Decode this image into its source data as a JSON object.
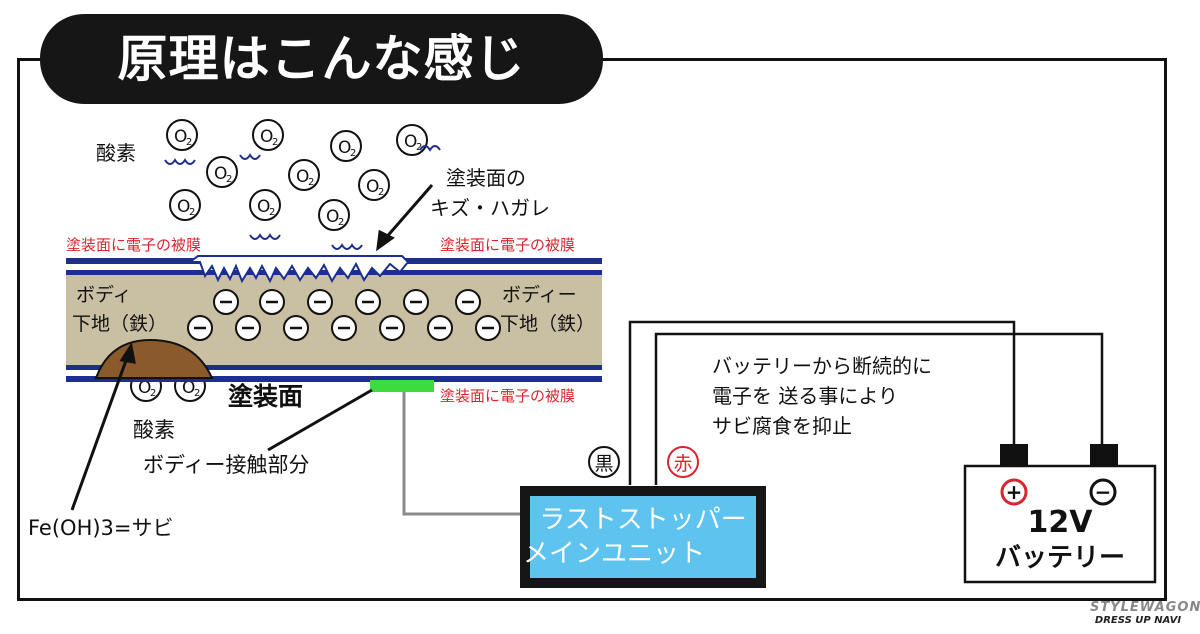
{
  "title": "原理はこんな感じ",
  "o2_label": "O",
  "o2_sub": "2",
  "labels": {
    "oxygen_top": "酸素",
    "oxygen_bottom": "酸素",
    "scratch_line1": "塗装面の",
    "scratch_line2": "キズ・ハガレ",
    "film_left": "塗装面に電子の被膜",
    "film_right": "塗装面に電子の被膜",
    "film_bottom": "塗装面に電子の被膜",
    "body_left_line1": "ボディ",
    "body_left_line2": "下地（鉄）",
    "body_right_line1": "ボディー",
    "body_right_line2": "下地（鉄）",
    "paint_surface": "塗装面",
    "contact": "ボディー接触部分",
    "rust": "Fe(OH)3=サビ",
    "explain_line1": "バッテリーから断続的に",
    "explain_line2": "電子を 送る事により",
    "explain_line3": "サビ腐食を抑止"
  },
  "electron_symbol": "⊖",
  "terminals": {
    "black": "黒",
    "red": "赤"
  },
  "unit": {
    "line1": "ラストストッパー",
    "line2": "メインユニット"
  },
  "battery": {
    "plus": "+",
    "minus": "−",
    "line1": "12V",
    "line2": "バッテリー"
  },
  "watermark": {
    "line1": "STYLEWAGON",
    "line2": "DRESS UP NAVI"
  },
  "colors": {
    "body_fill": "#c9c0a3",
    "film_blue": "#1c2f8f",
    "rust_brown": "#8a5a2b",
    "contact_green": "#3bdc3b",
    "unit_fill": "#5ec3ee",
    "label_red": "#d8262e",
    "wire_gray": "#8a8a8a"
  }
}
